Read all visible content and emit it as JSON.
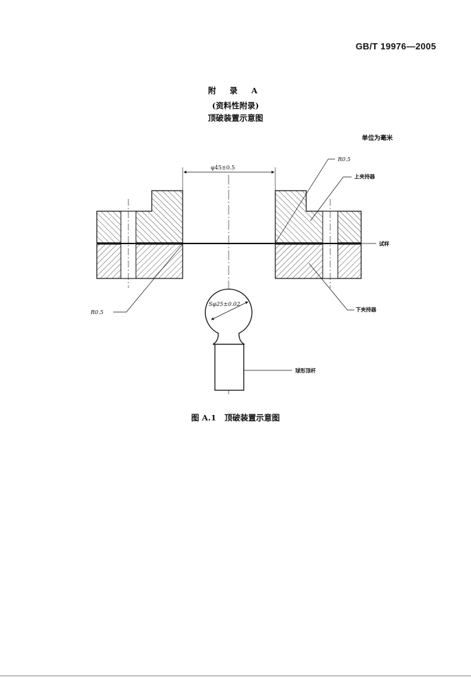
{
  "header": {
    "standard_code": "GB/T 19976—2005"
  },
  "appendix": {
    "title": "附 录 A",
    "subtitle": "(资料性附录)",
    "name": "顶破装置示意图"
  },
  "drawing": {
    "unit_note": "单位为毫米",
    "dimensions": {
      "bore_diameter": "φ45±0.5",
      "ball_diameter": "Sφ25±0.02",
      "radius_top": "R0.5",
      "radius_left": "R0.5"
    },
    "labels": {
      "upper_clamp": "上夹持器",
      "specimen": "试样",
      "lower_clamp": "下夹持器",
      "ball_rod": "球形顶杆"
    }
  },
  "figure": {
    "number": "图 A.1",
    "caption": "顶破装置示意图"
  }
}
